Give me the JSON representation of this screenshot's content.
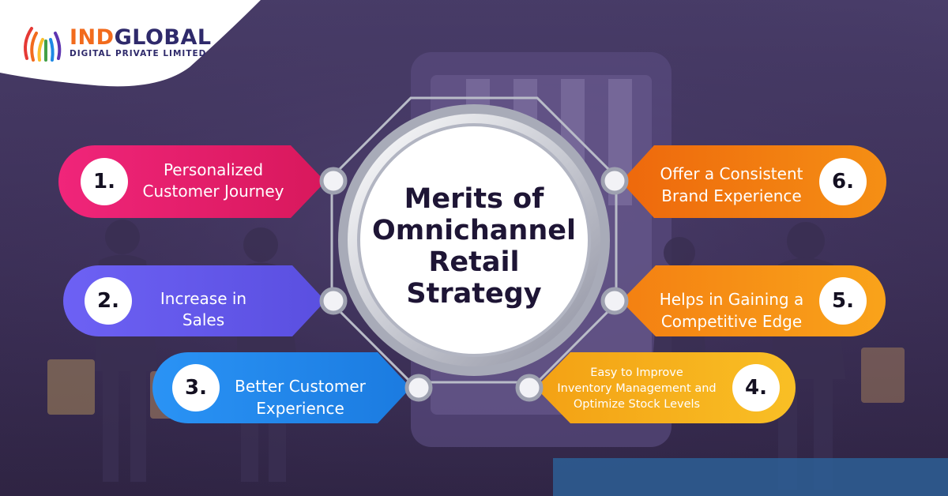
{
  "brand": {
    "name_part1": "IND",
    "name_part2": "GLOBAL",
    "tagline": "DIGITAL PRIVATE LIMITED"
  },
  "title": {
    "line1": "Merits of",
    "line2": "Omnichannel",
    "line3": "Retail",
    "line4": "Strategy"
  },
  "merits": [
    {
      "number": "1.",
      "line1": "Personalized",
      "line2": "Customer Journey",
      "line3": ""
    },
    {
      "number": "2.",
      "line1": "Increase in",
      "line2": "Sales",
      "line3": ""
    },
    {
      "number": "3.",
      "line1": "Better Customer",
      "line2": "Experience",
      "line3": ""
    },
    {
      "number": "4.",
      "line1": "Easy to Improve",
      "line2": "Inventory Management and",
      "line3": "Optimize Stock Levels"
    },
    {
      "number": "5.",
      "line1": "Helps in Gaining a",
      "line2": "Competitive Edge",
      "line3": ""
    },
    {
      "number": "6.",
      "line1": "Offer a Consistent",
      "line2": "Brand Experience",
      "line3": ""
    }
  ],
  "colors": {
    "merit_1": "#e91e6b",
    "merit_2": "#6a5cf0",
    "merit_3": "#2288f0",
    "merit_4": "#f7ad1a",
    "merit_5": "#f58a12",
    "merit_6": "#f0710e",
    "background": "#45385f",
    "brand_navy": "#2f2a6b",
    "brand_orange": "#f26b1d"
  },
  "icons": {
    "logo": "indglobal-logo-icon"
  }
}
